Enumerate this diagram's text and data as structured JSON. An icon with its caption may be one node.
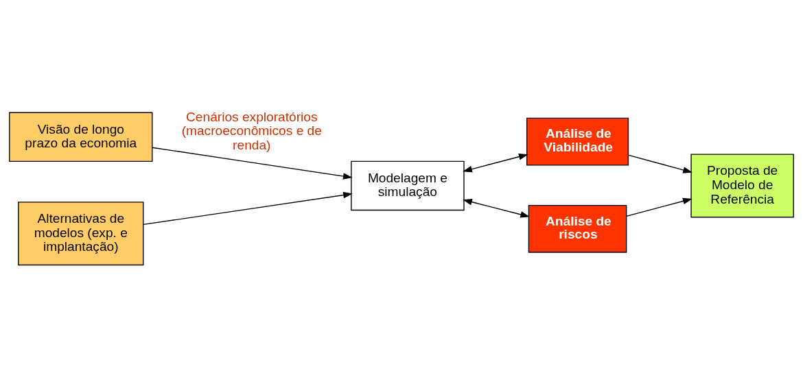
{
  "diagram": {
    "nodes": [
      {
        "text": [
          "Visão de longo prazo da economia"
        ]
      },
      {
        "text": [
          "Alternativas de modelos (exp. e implantação)"
        ]
      },
      {
        "text": [
          "Modelagem e simulação"
        ]
      },
      {
        "text": [
          "Análise de Viabilidade"
        ]
      },
      {
        "text": [
          "Análise de riscos"
        ]
      },
      {
        "text": [
          "Proposta de Modelo de Referência"
        ]
      }
    ],
    "edges": [
      {
        "from": 0,
        "to": 2,
        "arrow": "to",
        "label": "Cenários exploratórios (macroeconômicos e de renda)"
      },
      {
        "from": 1,
        "to": 2,
        "arrow": "to"
      },
      {
        "from": 2,
        "to": 3,
        "arrow": "both"
      },
      {
        "from": 2,
        "to": 4,
        "arrow": "both"
      },
      {
        "from": 3,
        "to": 5,
        "arrow": "to"
      },
      {
        "from": 4,
        "to": 5,
        "arrow": "to"
      }
    ]
  }
}
